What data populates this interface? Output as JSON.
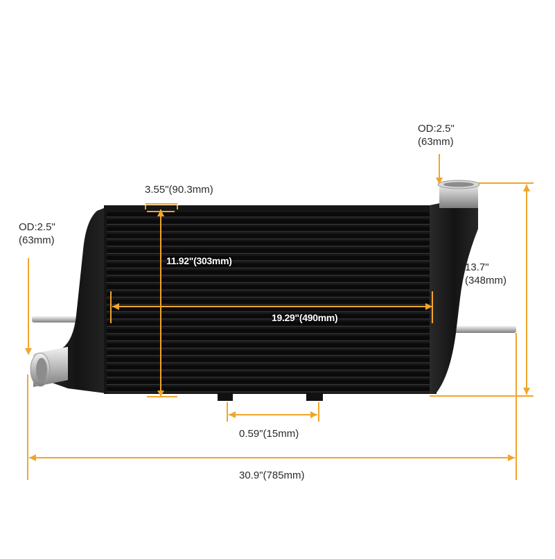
{
  "colors": {
    "dimension_line": "#f0a52c",
    "intercooler_body": "#161616",
    "fin": "#0a0a0a",
    "pipe_metal": "#c9c9c9"
  },
  "dimensions": {
    "outlet_od": {
      "line1": "OD:2.5\"",
      "line2": "(63mm)"
    },
    "inlet_od": {
      "line1": "OD:2.5\"",
      "line2": "(63mm)"
    },
    "core_thickness": "3.55\"(90.3mm)",
    "core_height": "11.92\"(303mm)",
    "core_width": "19.29\"(490mm)",
    "total_height": {
      "line1": "13.7\"",
      "line2": "(348mm)"
    },
    "bracket_width": "0.59\"(15mm)",
    "total_length": "30.9\"(785mm)"
  }
}
